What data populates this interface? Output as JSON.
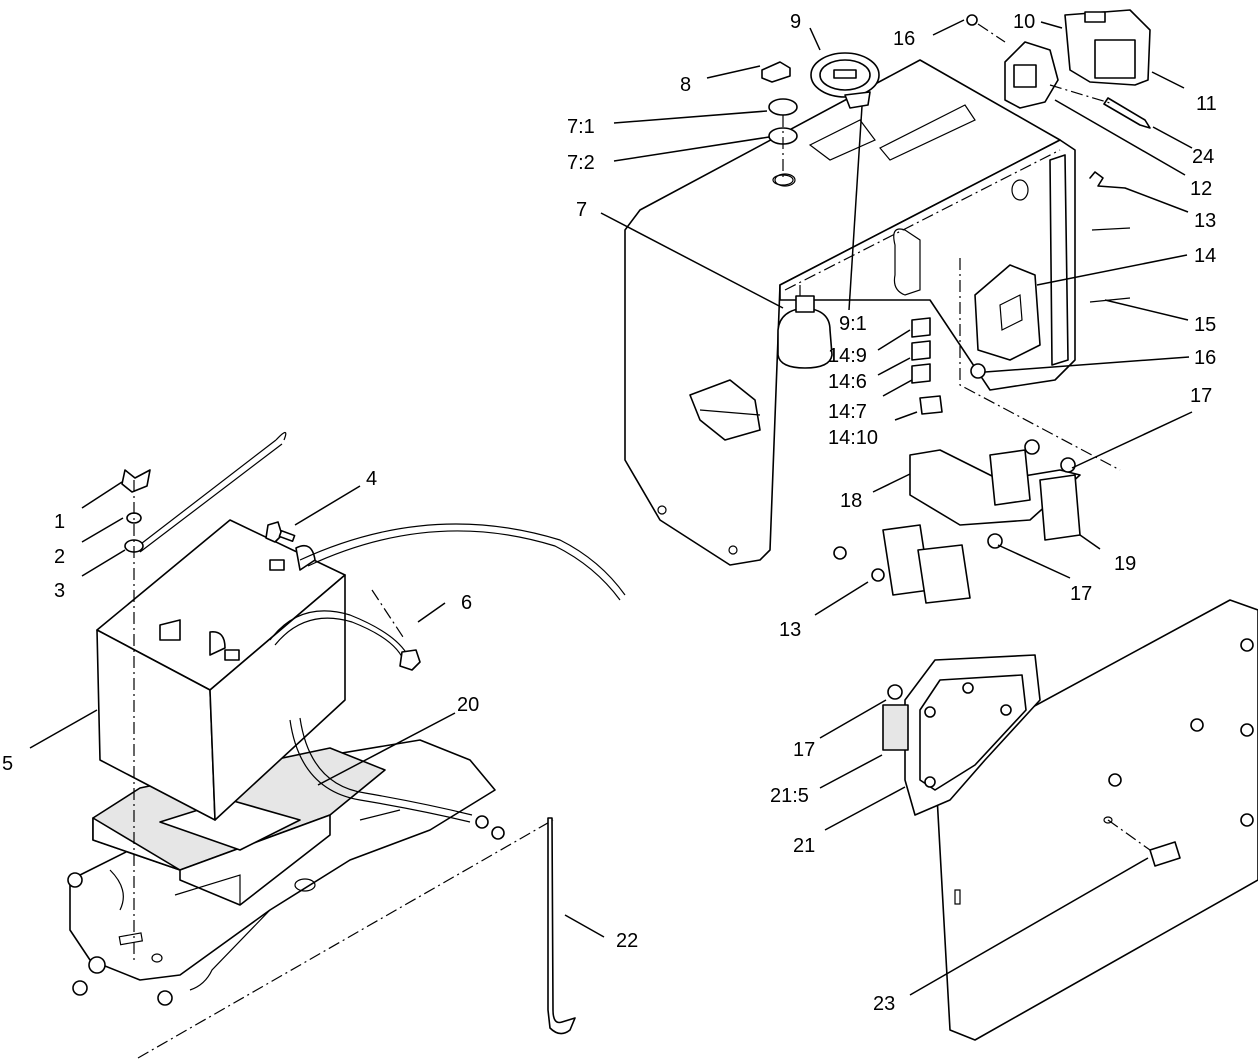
{
  "diagram": {
    "callouts": {
      "c1": "1",
      "c2": "2",
      "c3": "3",
      "c4": "4",
      "c5": "5",
      "c6": "6",
      "c7": "7",
      "c7_1": "7:1",
      "c7_2": "7:2",
      "c8": "8",
      "c9": "9",
      "c9_1": "9:1",
      "c10": "10",
      "c11": "11",
      "c12": "12",
      "c13a": "13",
      "c13b": "13",
      "c14": "14",
      "c14_9": "14:9",
      "c14_6": "14:6",
      "c14_7": "14:7",
      "c14_10": "14:10",
      "c15": "15",
      "c16a": "16",
      "c16b": "16",
      "c17a": "17",
      "c17b": "17",
      "c17c": "17",
      "c18": "18",
      "c19": "19",
      "c20": "20",
      "c21": "21",
      "c21_5": "21:5",
      "c22": "22",
      "c23": "23",
      "c24": "24"
    }
  }
}
